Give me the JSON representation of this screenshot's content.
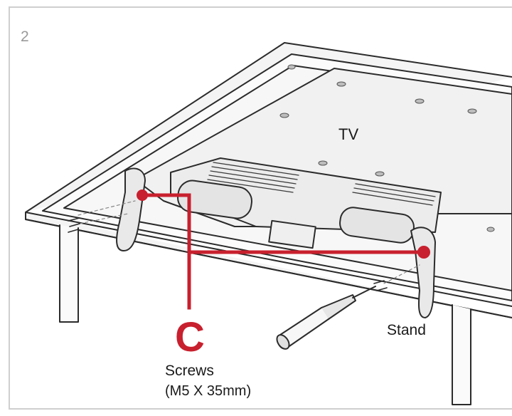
{
  "step_number": "2",
  "labels": {
    "tv": "TV",
    "stand": "Stand",
    "part_letter": "C",
    "screws": "Screws",
    "screw_spec": "(M5 X 35mm)"
  },
  "colors": {
    "callout": "#c8202e",
    "line_art": "#2b2b2b",
    "frame": "#cfcfcf"
  }
}
